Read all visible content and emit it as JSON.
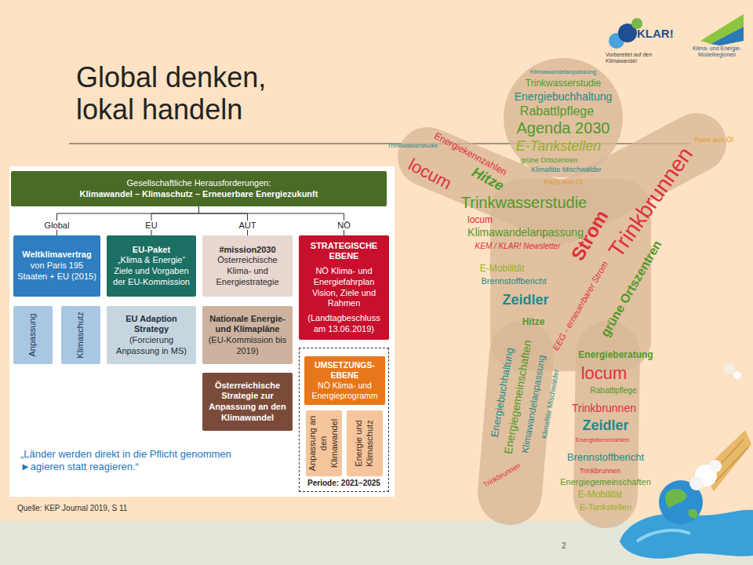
{
  "diagram": {
    "title": "Global denken, lokal handeln",
    "nodes": [
      {
        "text": [
          "Gesellschaftliche Herausforderungen:",
          "Klimawandel – Klimaschutz – Erneuerbare Energiezukunft"
        ]
      },
      {
        "text": [
          "Weltklimavertrag",
          "von Paris 195 Staaten + EU (2015)"
        ]
      },
      {
        "text": [
          "Anpassung"
        ]
      },
      {
        "text": [
          "Klimaschutz"
        ]
      },
      {
        "text": [
          "EU-Paket",
          "„Klima & Energie“ Ziele und Vorgaben der EU-Kommission"
        ]
      },
      {
        "text": [
          "EU Adaption Strategy",
          "(Forcierung Anpassung in MS)"
        ]
      },
      {
        "text": [
          "#mission2030",
          "Österreichische Klima- und Energiestrategie"
        ]
      },
      {
        "text": [
          "Nationale Energie- und Klimapläne",
          "(EU-Kommission bis 2019)"
        ]
      },
      {
        "text": [
          "Österreichische Strategie zur Anpassung an den Klimawandel"
        ]
      },
      {
        "text": [
          "STRATEGISCHE EBENE",
          "NÖ Klima- und Energiefahrplan Vision, Ziele und Rahmen",
          "(Landtagbeschluss am 13.06.2019)"
        ]
      },
      {
        "text": [
          "Periode: 2021–2025"
        ]
      },
      {
        "text": [
          "UMSETZUNGS-EBENE",
          "NÖ Klima- und Energieprogramm"
        ],
        "in": 10
      },
      {
        "text": [
          "Anpassung an den Klimawandel"
        ],
        "in": 10
      },
      {
        "text": [
          "Energie und Klimaschutz"
        ],
        "in": 10
      }
    ],
    "edges": [
      {
        "from": 0,
        "to": 1,
        "label": "Global",
        "arrow": "none"
      },
      {
        "from": 0,
        "to": 4,
        "label": "EU",
        "arrow": "none"
      },
      {
        "from": 0,
        "to": 6,
        "label": "AUT",
        "arrow": "none"
      },
      {
        "from": 0,
        "to": 9,
        "label": "NÖ",
        "arrow": "none"
      }
    ],
    "labels": [
      "KLAR!",
      "Vorbereitet auf den Klimawandel",
      "Klima- und Energie-Modellregionen",
      "„Länder werden direkt in die Pflicht genommen ►agieren statt reagieren.“",
      "Quelle: KEP Journal 2019, S 11",
      "2",
      "Klimawandelanpassung",
      "Trinkwasserstudie",
      "Energiebuchhaltung",
      "Rabattlpflege",
      "Agenda 2030",
      "E-Tankstellen",
      "grüne Ortszentren",
      "Klimafitte Mischwälder",
      "Raus aus Öl",
      "Trinkwasserstudie",
      "Energiekennzahlen",
      "locum",
      "Hitze",
      "Trinkbrunnen",
      "Raus aus Öl",
      "Trinkwasserstudie",
      "locum",
      "Klimawandelanpassung",
      "KEM / KLAR! Newsletter",
      "Strom",
      "grüne Ortszentren",
      "E-Mobilität",
      "Brennstoffbericht",
      "Zeidler",
      "EEG - erneuerbarer Strom",
      "Hitze",
      "Energieberatung",
      "locum",
      "Rabattlpflege",
      "Trinkbrunnen",
      "Zeidler",
      "Energiekennzahlen",
      "Brennstoffbericht",
      "Trinkbrunnen",
      "Energiegemeinschaften",
      "E-Mobilität",
      "E-Tankstellen",
      "Energiebuchhaltung",
      "Energiegemeinschaften",
      "Klimawandelanpassung",
      "Klimafitte Mischwälder",
      "Trinkbrunnen"
    ]
  }
}
